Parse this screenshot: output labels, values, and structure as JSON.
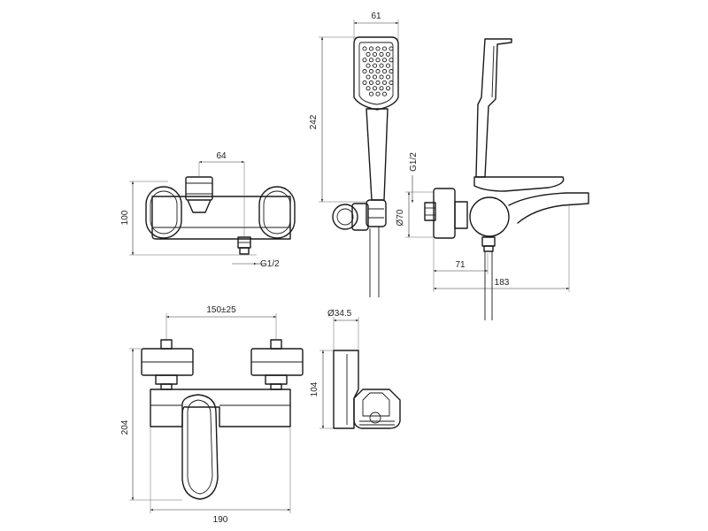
{
  "dimensions": {
    "front_center_distance": "64",
    "front_height": "100",
    "front_connection": "G1/2",
    "shower_width": "61",
    "shower_length": "242",
    "side_connection": "G1/2",
    "side_diameter": "Ø70",
    "side_offset": "71",
    "spout_length": "183",
    "top_center_distance": "150±25",
    "holder_diameter": "Ø34.5",
    "holder_height": "104",
    "top_height": "204",
    "top_width": "190"
  }
}
